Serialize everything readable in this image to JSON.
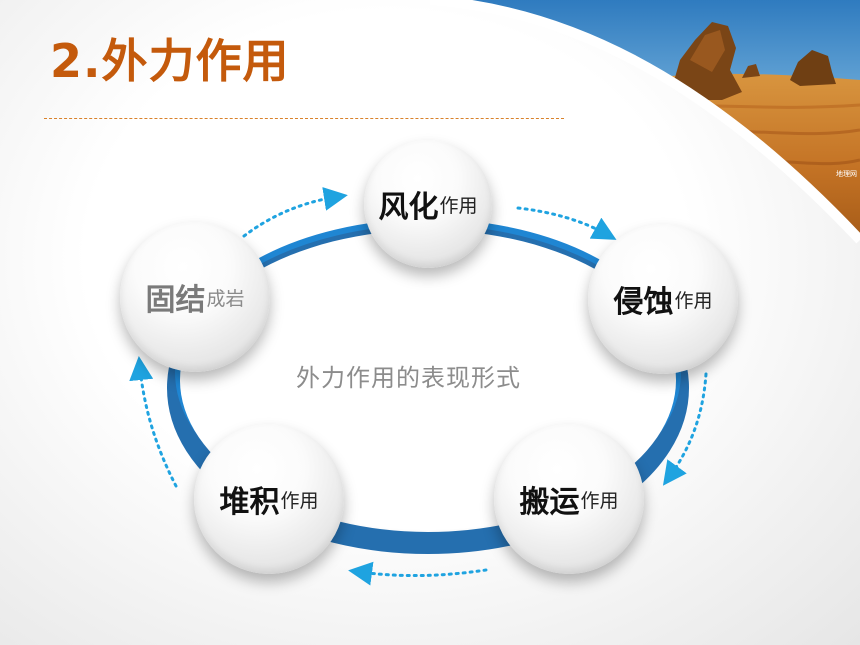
{
  "title": "2.外力作用",
  "photo_credit": "地理网",
  "center_label": "外力作用的表现形式",
  "nodes": [
    {
      "id": "weathering",
      "main": "风化",
      "sub": "作用"
    },
    {
      "id": "erosion",
      "main": "侵蚀",
      "sub": "作用"
    },
    {
      "id": "transport",
      "main": "搬运",
      "sub": "作用"
    },
    {
      "id": "deposition",
      "main": "堆积",
      "sub": "作用"
    },
    {
      "id": "lithification",
      "main": "固结",
      "sub": "成岩"
    }
  ],
  "colors": {
    "title": "#c45a0c",
    "ring": "#1f86d3",
    "arrows": "#1fa3e0",
    "muted_text": "#7a7a7a"
  }
}
